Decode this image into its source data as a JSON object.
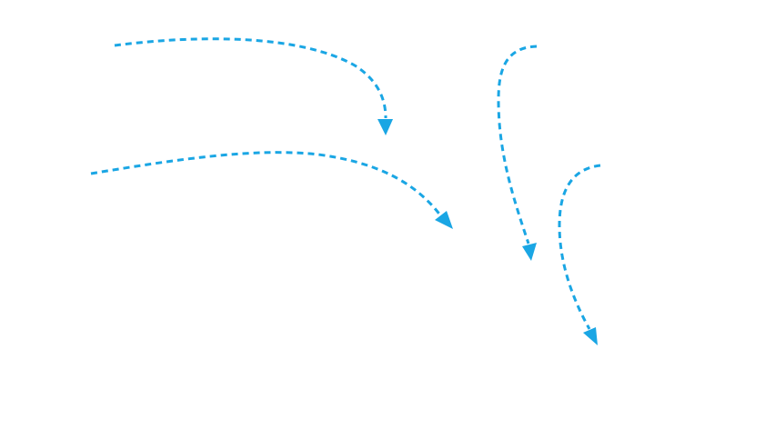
{
  "colors": {
    "background": "#ffffff",
    "arrow": "#1aa6e4"
  },
  "arrows": [
    {
      "name": "dashed-arrow-1",
      "icon": "dashed-curved-arrow-icon"
    },
    {
      "name": "dashed-arrow-2",
      "icon": "dashed-curved-arrow-icon"
    },
    {
      "name": "dashed-arrow-3",
      "icon": "dashed-curved-arrow-icon"
    },
    {
      "name": "dashed-arrow-4",
      "icon": "dashed-curved-arrow-icon"
    }
  ]
}
